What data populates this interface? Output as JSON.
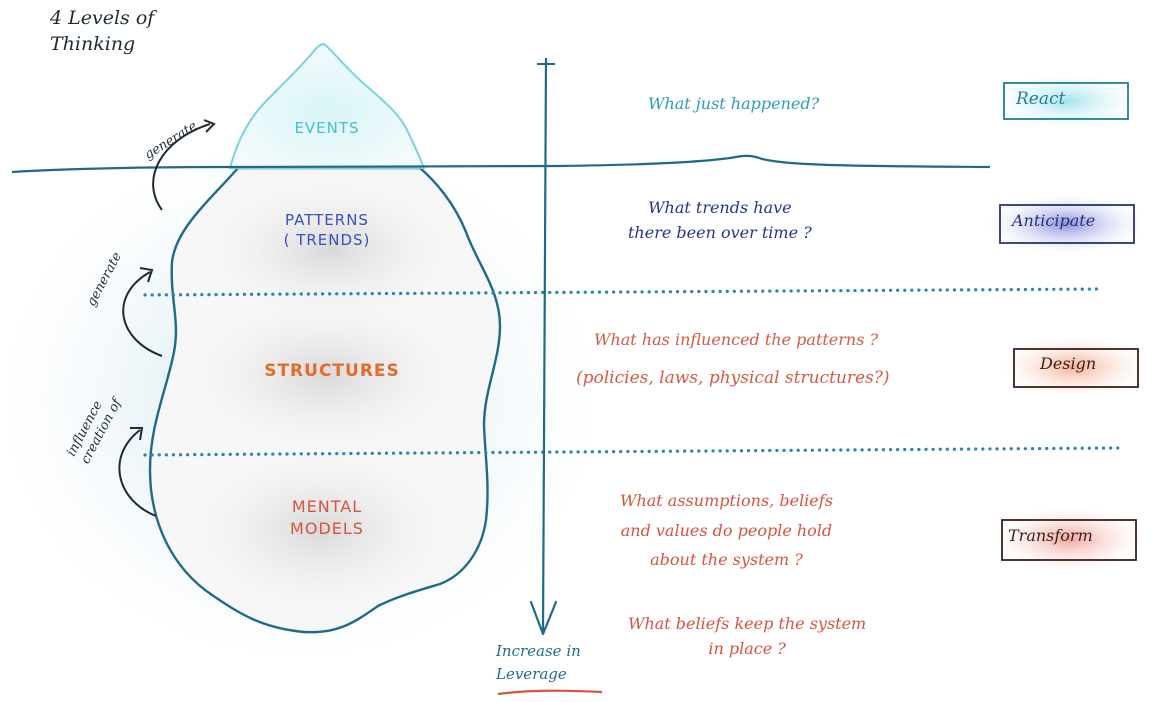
{
  "title_lines": [
    "4 Levels of",
    "Thinking"
  ],
  "levels": [
    {
      "label": "EVENTS",
      "color": "#47c2cb"
    },
    {
      "label_lines": [
        "PATTERNS",
        "( TRENDS)"
      ],
      "color": "#3b4fbd"
    },
    {
      "label": "STRUCTURES",
      "color": "#e26c2c"
    },
    {
      "label_lines": [
        "MENTAL",
        "MODELS"
      ],
      "color": "#d5533f"
    }
  ],
  "questions": {
    "events": "What just happened?",
    "patterns": [
      "What trends have",
      "there been over time ?"
    ],
    "structures": [
      "What has influenced the patterns ?",
      "(policies, laws, physical structures?)"
    ],
    "mental_models": [
      "What assumptions, beliefs",
      "and values do people hold",
      "about the system ?"
    ],
    "mental_models_extra": [
      "What beliefs keep the system",
      "in place ?"
    ]
  },
  "actions": [
    "React",
    "Anticipate",
    "Design",
    "Transform"
  ],
  "action_colors": [
    "#bfeef2",
    "#c9ccf3",
    "#f8d1c1",
    "#f6c6c0"
  ],
  "side_annotations": {
    "generate_top": "generate",
    "generate_mid": "generate",
    "influence_lines": [
      "influence",
      "creation of"
    ]
  },
  "leverage_lines": [
    "Increase in",
    "Leverage"
  ]
}
